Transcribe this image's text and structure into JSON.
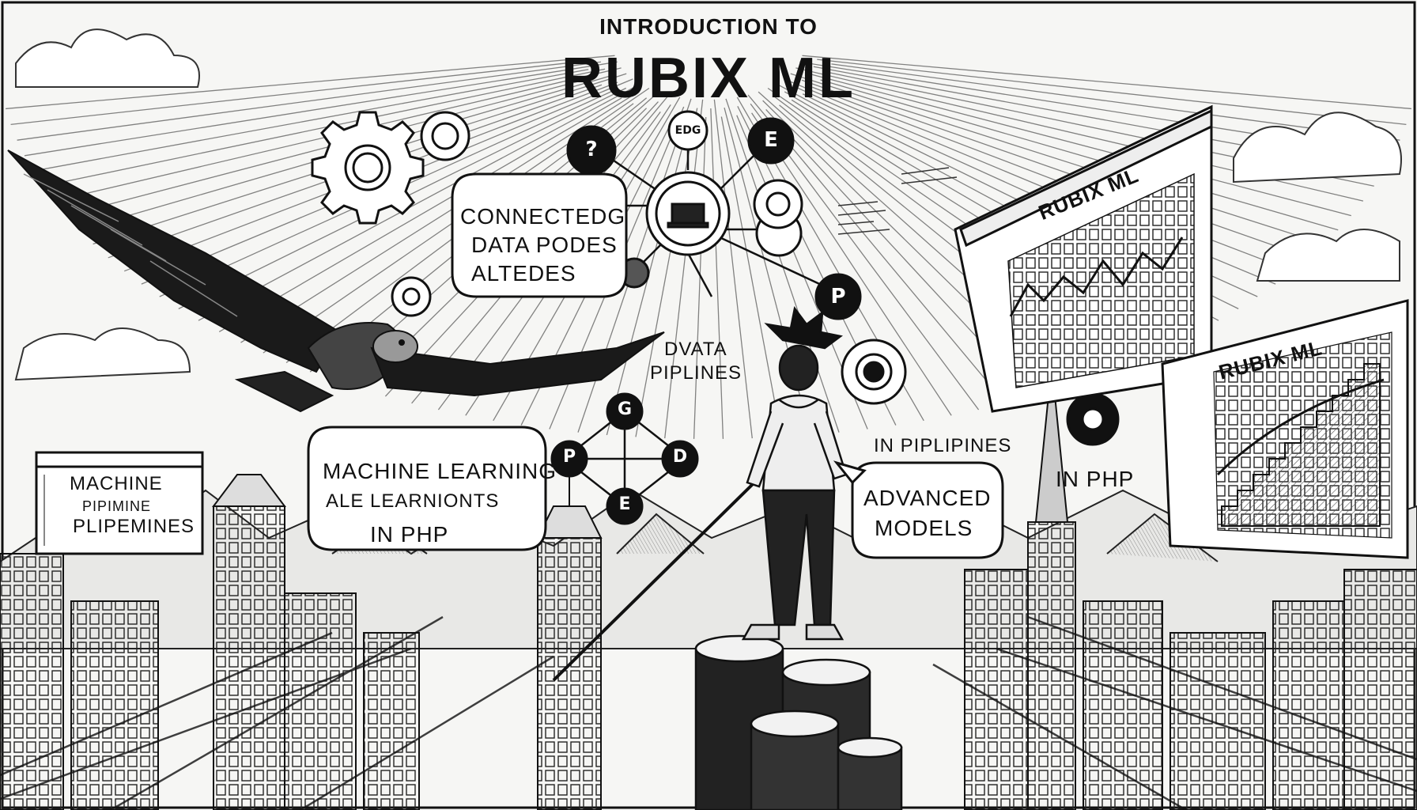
{
  "title": {
    "intro": "INTRODUCTION TO",
    "main": "RUBIX ML"
  },
  "speech": {
    "connected": [
      "CONNECTEDG",
      "DATA PODES",
      "ALTEDES"
    ],
    "machine_learning": [
      "MACHINE LEARNING",
      "ALE LEARNIONTS",
      "IN PHP"
    ],
    "advanced": [
      "ADVANCED",
      "MODELS"
    ]
  },
  "labels": {
    "dvata": [
      "DVATA",
      "PIPLINES"
    ],
    "in_piplipines": "IN PIPLIPINES",
    "in_php": "IN PHP"
  },
  "left_panel": [
    "MACHINE",
    "PIPIMINE",
    "PLIPEMINES"
  ],
  "panels": {
    "upper": "RUBIX ML",
    "lower": "RUBIX ML"
  },
  "nodes": {
    "q": "?",
    "top": "EDG",
    "right": "E",
    "p": "P",
    "g": "G",
    "l": "P",
    "r": "D",
    "e": "E"
  },
  "icons": [
    "gear-icon",
    "question-icon",
    "laptop-icon",
    "gear-small-icon"
  ],
  "colors": {
    "ink": "#111111",
    "paper": "#f6f6f4"
  }
}
